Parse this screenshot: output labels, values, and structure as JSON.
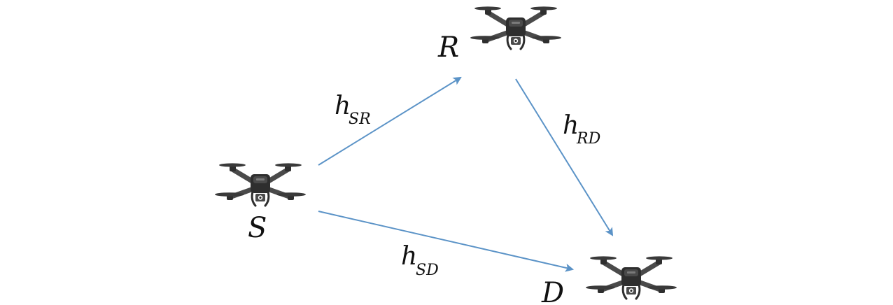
{
  "nodes": {
    "s": {
      "label": "S",
      "icon": "drone-icon"
    },
    "r": {
      "label": "R",
      "icon": "drone-icon"
    },
    "d": {
      "label": "D",
      "icon": "drone-icon"
    }
  },
  "edges": {
    "sr": {
      "symbol": "h",
      "subscript": "SR",
      "from": "S",
      "to": "R"
    },
    "rd": {
      "symbol": "h",
      "subscript": "RD",
      "from": "R",
      "to": "D"
    },
    "sd": {
      "symbol": "h",
      "subscript": "SD",
      "from": "S",
      "to": "D"
    }
  },
  "colors": {
    "arrow": "#5b93c7",
    "drone_body": "#4a4a4a",
    "drone_dark": "#2e2e2e",
    "drone_light": "#7a7a7a",
    "text": "#111111"
  }
}
